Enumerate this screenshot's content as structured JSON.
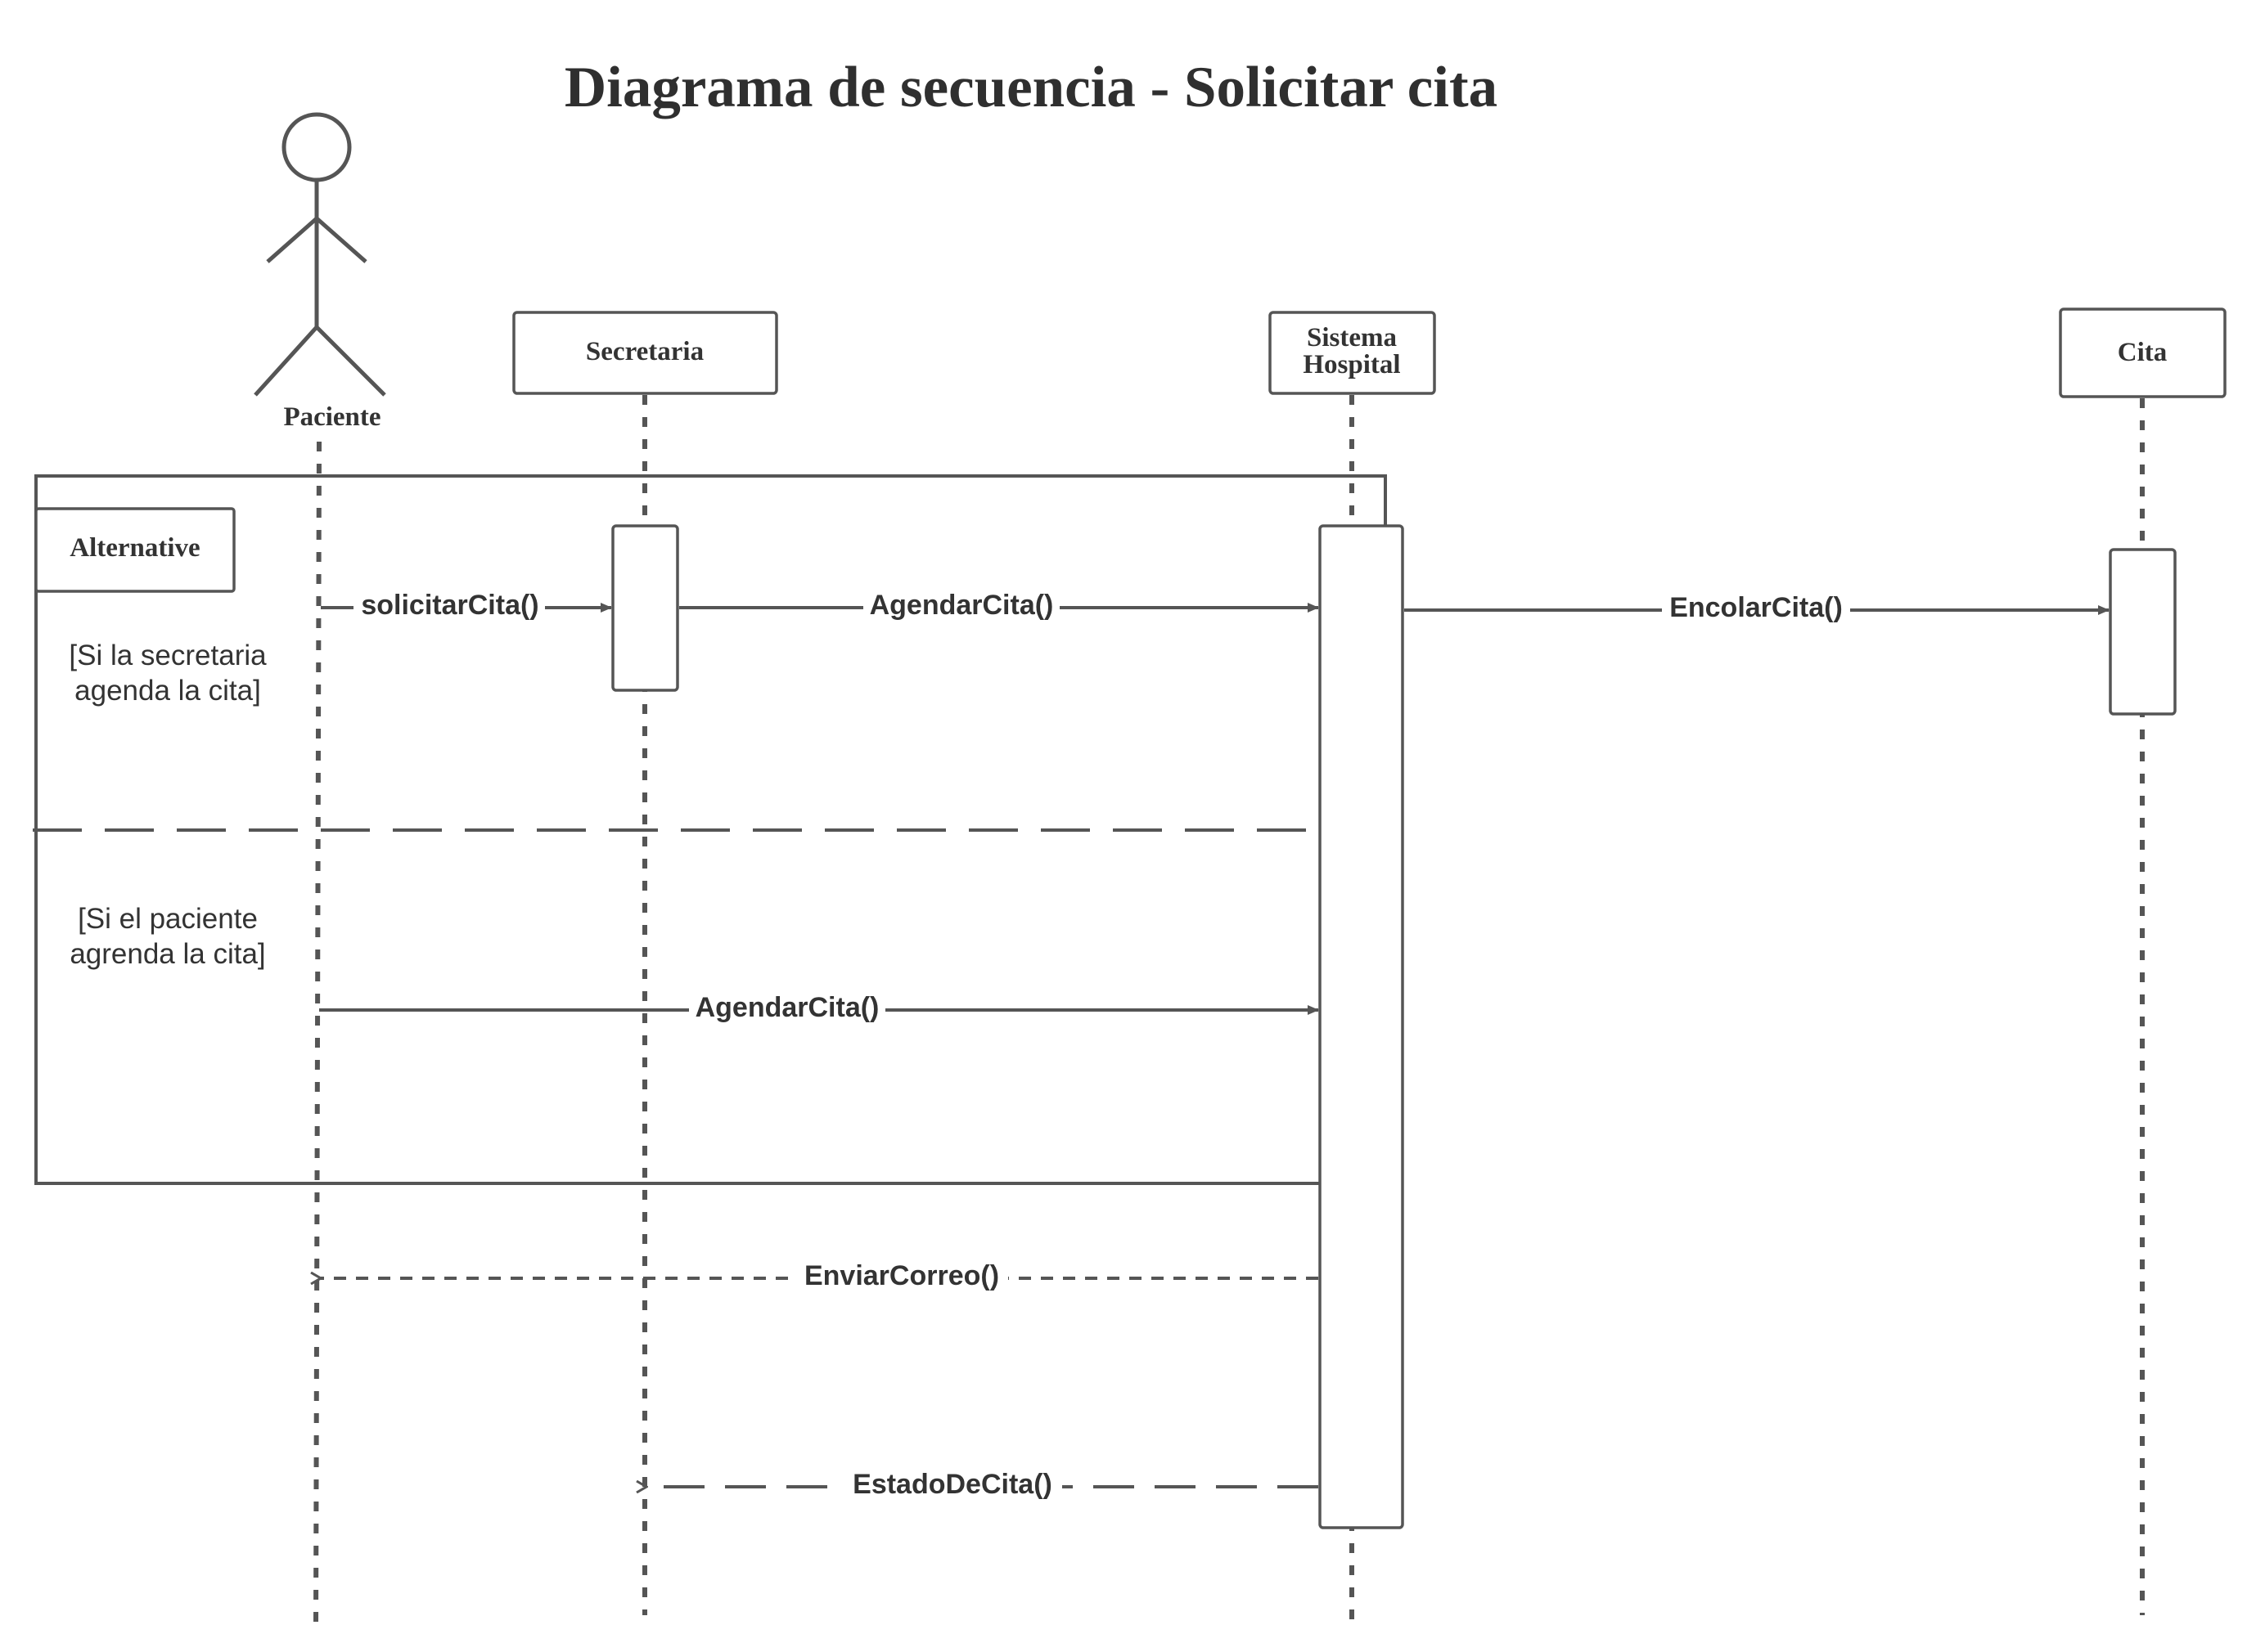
{
  "title": "Diagrama de secuencia - Solicitar cita",
  "actor": {
    "label": "Paciente"
  },
  "participants": {
    "secretaria": "Secretaria",
    "sistema_line1": "Sistema",
    "sistema_line2": "Hospital",
    "cita": "Cita"
  },
  "fragment": {
    "operator": "Alternative",
    "guard1_line1": "[Si la secretaria",
    "guard1_line2": "agenda la cita]",
    "guard2_line1": "[Si el paciente",
    "guard2_line2": "agrenda la cita]"
  },
  "messages": {
    "m1": "solicitarCita()",
    "m2": "AgendarCita()",
    "m3": "EncolarCita()",
    "m4": "AgendarCita()",
    "m5": "EnviarCorreo()",
    "m6": "EstadoDeCita()"
  },
  "colors": {
    "line": "#555555",
    "text": "#333333"
  }
}
